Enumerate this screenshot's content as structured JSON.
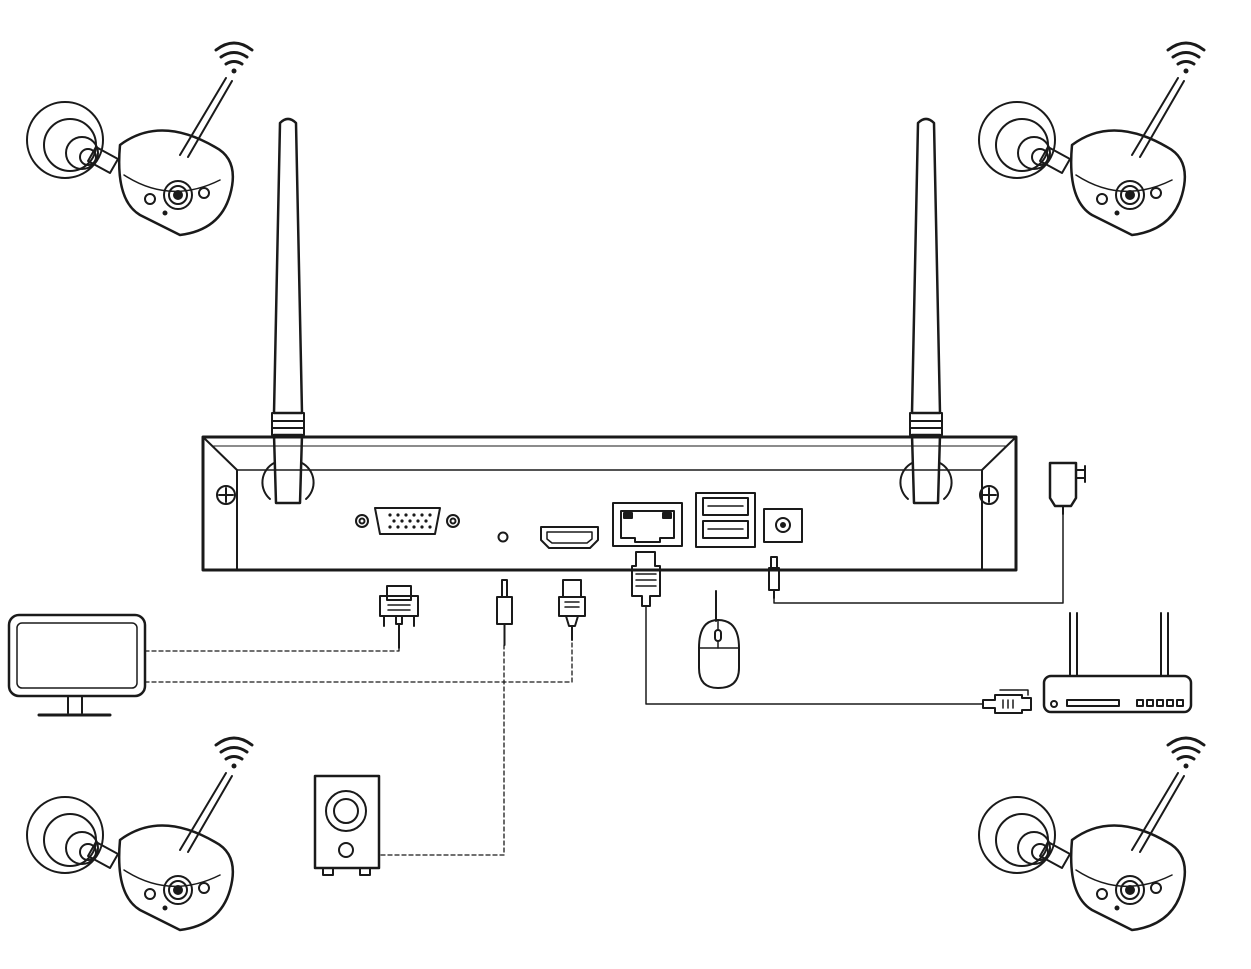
{
  "diagram": {
    "title": "",
    "line_color": "#1a1a1a",
    "background": "#ffffff",
    "components": [
      {
        "id": "nvr",
        "icon": "nvr-recorder-icon"
      },
      {
        "id": "antenna-left",
        "icon": "antenna-icon"
      },
      {
        "id": "antenna-right",
        "icon": "antenna-icon"
      },
      {
        "id": "camera-top-left",
        "icon": "wifi-camera-icon"
      },
      {
        "id": "camera-top-right",
        "icon": "wifi-camera-icon"
      },
      {
        "id": "camera-bottom-left",
        "icon": "wifi-camera-icon"
      },
      {
        "id": "camera-bottom-right",
        "icon": "wifi-camera-icon"
      },
      {
        "id": "monitor",
        "icon": "monitor-icon"
      },
      {
        "id": "speaker",
        "icon": "speaker-icon"
      },
      {
        "id": "mouse",
        "icon": "mouse-icon"
      },
      {
        "id": "router",
        "icon": "router-icon"
      },
      {
        "id": "power-adapter",
        "icon": "power-adapter-icon"
      }
    ],
    "ports": [
      "vga-port",
      "audio-port",
      "hdmi-port",
      "lan-port",
      "usb-port",
      "dc-power-port"
    ],
    "connections": [
      {
        "from": "vga-port",
        "to": "monitor",
        "style": "dashed"
      },
      {
        "from": "hdmi-port",
        "to": "monitor",
        "style": "dashed"
      },
      {
        "from": "audio-port",
        "to": "speaker",
        "style": "dashed"
      },
      {
        "from": "lan-port",
        "to": "router",
        "style": "solid"
      },
      {
        "from": "usb-port",
        "to": "mouse",
        "style": "solid"
      },
      {
        "from": "dc-power-port",
        "to": "power-adapter",
        "style": "solid"
      }
    ]
  }
}
